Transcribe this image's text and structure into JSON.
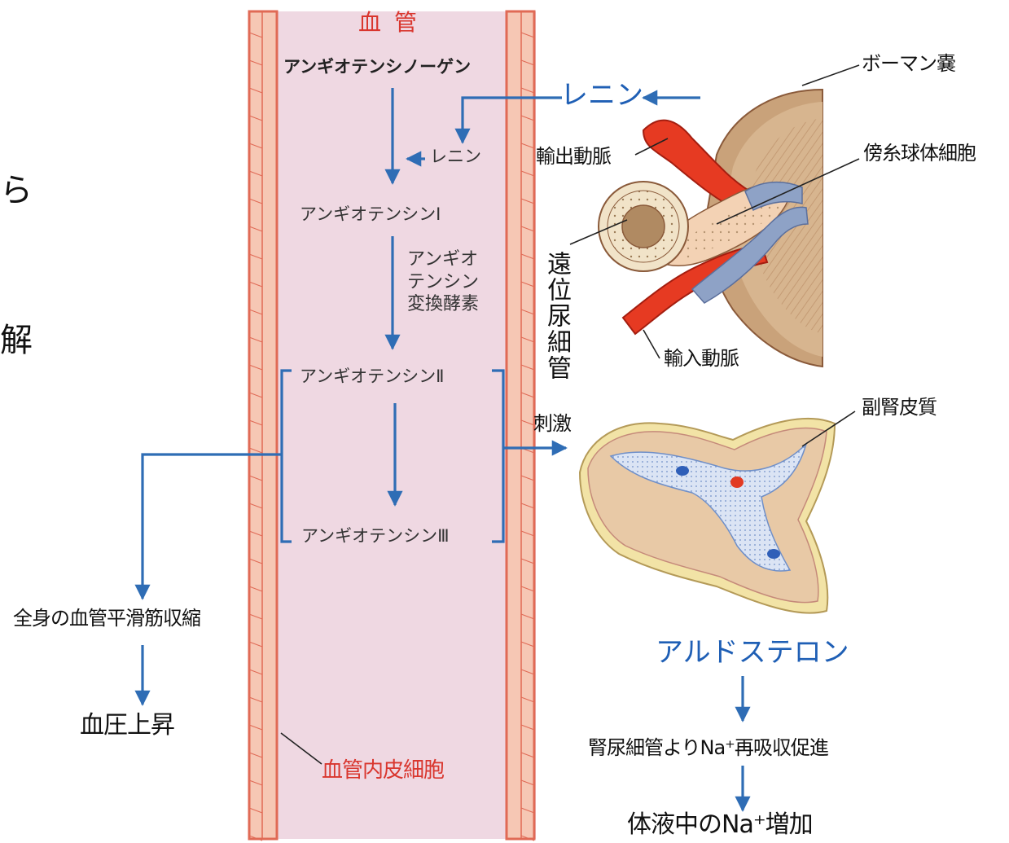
{
  "vessel": {
    "title": "血管",
    "angiotensinogen": "アンギオテンシノーゲン",
    "renin_small": "レニン",
    "ang1": "アンギオテンシンⅠ",
    "ace": "アンギオ\nテンシン\n変換酵素",
    "ang2": "アンギオテンシンⅡ",
    "ang3": "アンギオテンシンⅢ",
    "endothelial": "血管内皮細胞"
  },
  "kidney": {
    "renin": "レニン",
    "bowman": "ボーマン嚢",
    "efferent": "輸出動脈",
    "juxta": "傍糸球体細胞",
    "distal": "遠位尿細管",
    "afferent": "輸入動脈"
  },
  "adrenal": {
    "stimulus": "刺激",
    "cortex": "副腎皮質",
    "aldosterone": "アルドステロン",
    "reabsorb": "腎尿細管よりNa⁺再吸収促進",
    "na_increase": "体液中のNa⁺増加"
  },
  "left": {
    "contraction": "全身の血管平滑筋収縮",
    "bp_rise": "血圧上昇",
    "cut_top": "ら",
    "cut_mid": "解"
  },
  "colors": {
    "arrow": "#2f6db5",
    "vessel_fill": "#efd8e2",
    "vessel_wall": "#e06a55",
    "artery": "#e63a22",
    "text_red": "#d9362e",
    "text_blue": "#1f5fb5"
  }
}
